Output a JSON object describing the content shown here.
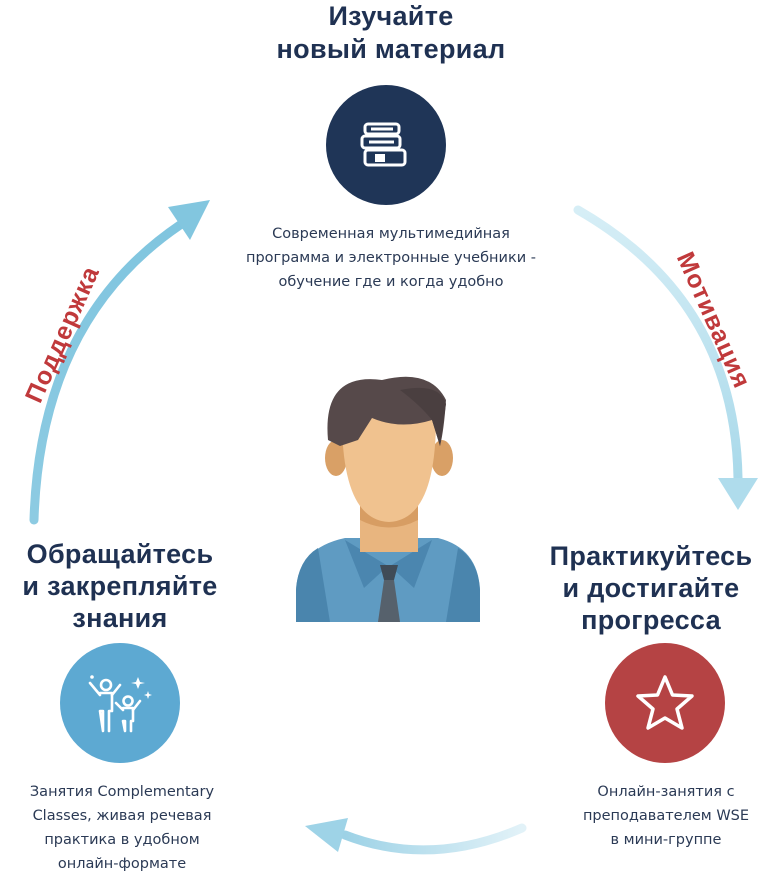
{
  "steps": {
    "learn": {
      "title_lines": [
        "Изучайте",
        "новый материал"
      ],
      "desc_lines": [
        "Современная мультимедийная",
        "программа и электронные учебники -",
        "обучение где и когда удобно"
      ],
      "circle_color": "#1f3557",
      "icon": "books-icon"
    },
    "practice": {
      "title_lines": [
        "Практикуйтесь",
        "и достигайте",
        "прогресса"
      ],
      "desc_lines": [
        "Онлайн-занятия с",
        "преподавателем WSE",
        "в мини-группе"
      ],
      "circle_color": "#b54344",
      "icon": "star-icon"
    },
    "apply": {
      "title_lines": [
        "Обращайтесь",
        "и закрепляйте",
        "знания"
      ],
      "desc_lines": [
        "Занятия Complementary",
        "Classes, живая речевая",
        "практика в удобном",
        "онлайн-формате"
      ],
      "circle_color": "#5da9d2",
      "icon": "celebrating-people-icon"
    }
  },
  "cycle_labels": {
    "motivation": "Мотивация",
    "support": "Поддержка",
    "label_color": "#c0393b"
  },
  "colors": {
    "heading": "#1f3152",
    "arrow_light": "#b9e0ee",
    "arrow_dark": "#7cc3dd"
  },
  "center_icon": "student-avatar-icon"
}
